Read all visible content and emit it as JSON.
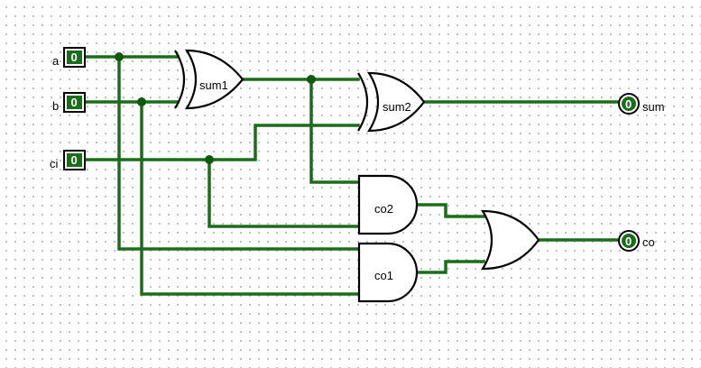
{
  "colors": {
    "wire": "#1a6e1a",
    "junction": "#0f5a0f",
    "pin_fill": "#1a6e1a",
    "gate_stroke": "#000000"
  },
  "inputs": [
    {
      "name": "a",
      "value": "0"
    },
    {
      "name": "b",
      "value": "0"
    },
    {
      "name": "ci",
      "value": "0"
    }
  ],
  "outputs": [
    {
      "name": "sum",
      "value": "0"
    },
    {
      "name": "co",
      "value": "0"
    }
  ],
  "gates": [
    {
      "type": "xor",
      "label": "sum1"
    },
    {
      "type": "xor",
      "label": "sum2"
    },
    {
      "type": "and",
      "label": "co2"
    },
    {
      "type": "and",
      "label": "co1"
    },
    {
      "type": "or",
      "label": ""
    }
  ]
}
